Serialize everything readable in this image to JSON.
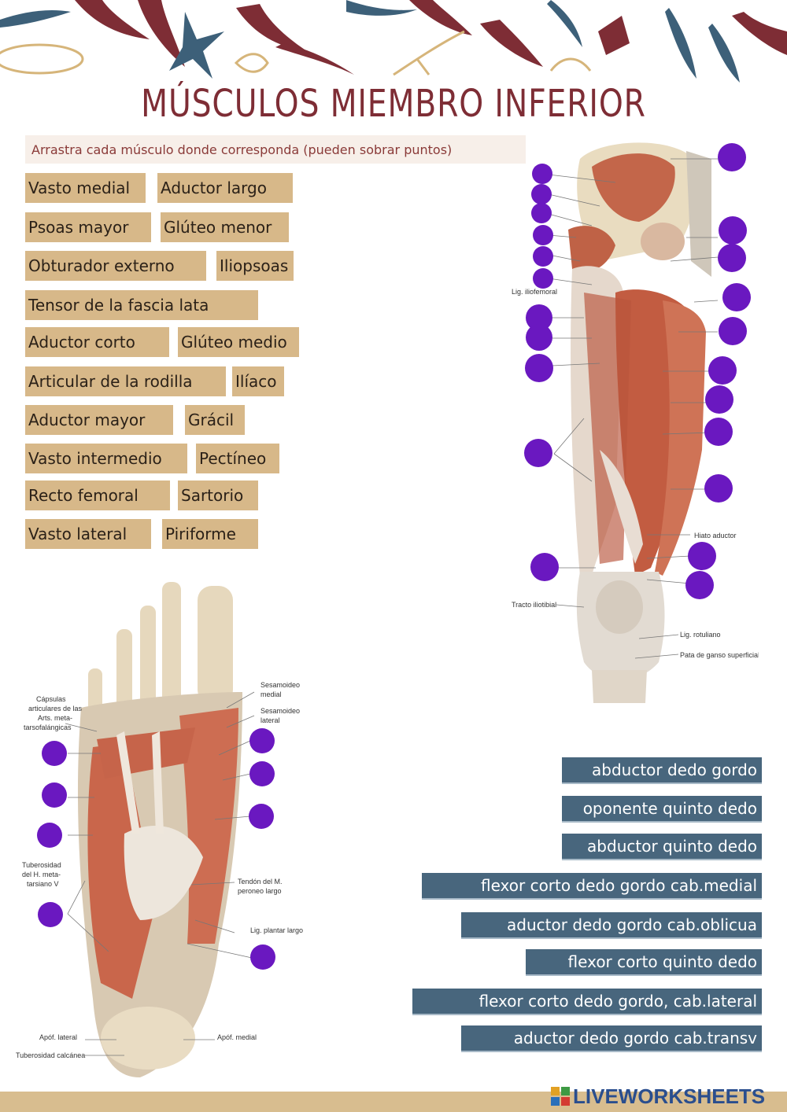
{
  "title": "MÚSCULOS MIEMBRO INFERIOR",
  "instruction": "Arrastra cada músculo donde corresponda (pueden sobrar puntos)",
  "colors": {
    "title": "#7e2d35",
    "tag_fill": "#d7b889",
    "foot_tag_fill": "#48667d",
    "drop_point": "#6a18c0",
    "footer_bar": "#d8bd8f"
  },
  "hip_muscles": [
    "Vasto medial",
    "Aductor largo",
    "Psoas mayor",
    "Glúteo menor",
    "Obturador externo",
    "Iliopsoas",
    "Tensor de la fascia lata",
    "Aductor corto",
    "Glúteo medio",
    "Articular de la rodilla",
    "Ilíaco",
    "Aductor mayor",
    "Grácil",
    "Vasto intermedio",
    "Pectíneo",
    "Recto femoral",
    "Sartorio",
    "Vasto lateral",
    "Piriforme"
  ],
  "foot_muscles": [
    "abductor dedo gordo",
    "oponente quinto dedo",
    "abductor quinto dedo",
    "flexor corto dedo gordo cab.medial",
    "aductor dedo gordo cab.oblicua",
    "flexor corto quinto dedo",
    "flexor corto dedo gordo, cab.lateral",
    "aductor dedo gordo cab.transv"
  ],
  "leg_image_labels": {
    "lig_iliofemoral": "Lig. iliofemoral",
    "hiato_aductor": "Hiato aductor",
    "tracto_iliotibial": "Tracto iliotibial",
    "lig_rotuliano": "Lig. rotuliano",
    "pata_ganso": "Pata de ganso superficial"
  },
  "foot_image_labels": {
    "capsulas_1": "Cápsulas",
    "capsulas_2": "articulares de las",
    "capsulas_3": "Arts. meta-",
    "capsulas_4": "tarsofalángicas",
    "sesamoideo_medial_1": "Sesamoideo",
    "sesamoideo_medial_2": "medial",
    "sesamoideo_lateral_1": "Sesamoideo",
    "sesamoideo_lateral_2": "lateral",
    "tuberosidad_1": "Tuberosidad",
    "tuberosidad_2": "del H. meta-",
    "tuberosidad_3": "tarsiano V",
    "tendon_1": "Tendón del M.",
    "tendon_2": "peroneo largo",
    "lig_plantar": "Lig. plantar largo",
    "apof_lateral": "Apóf. lateral",
    "apof_medial": "Apóf. medial",
    "tuberosidad_calcanea": "Tuberosidad calcánea"
  },
  "brand": "LIVEWORKSHEETS"
}
